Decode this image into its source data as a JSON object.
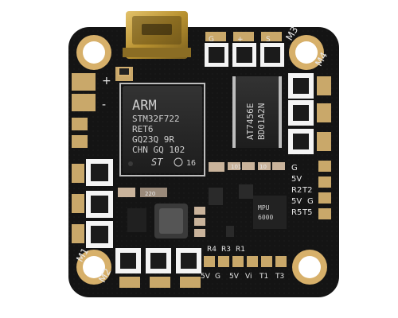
{
  "mcu": {
    "brand": "ARM",
    "lines": [
      "STM32F722",
      "RET6",
      "GQ23Q 9R",
      "CHN GQ 102"
    ],
    "logo": "ST",
    "icon": "e3-mark-icon",
    "code": "16"
  },
  "osd_chip": {
    "lines": [
      "AT7456E",
      "BD01A2N"
    ]
  },
  "gyro_chip": {
    "lines": [
      "MPU",
      "6000"
    ]
  },
  "silkscreen": {
    "motor1": "M1",
    "motor2": "M2",
    "motor3": "M3",
    "motor4": "M4",
    "plus": "+",
    "minus": "-",
    "right_pads": [
      "G",
      "5V",
      "T2",
      "R2",
      "G",
      "5V",
      "T5",
      "R5"
    ],
    "bottom_pads": [
      "R4",
      "R3",
      "R1",
      "T3",
      "T1",
      "Vi",
      "5V",
      "G",
      "5V"
    ],
    "top_pads": [
      "G",
      "+",
      "S"
    ],
    "caps": [
      "220",
      "101",
      "10"
    ]
  },
  "colors": {
    "board": "#141414",
    "pad_gold": "#c9a86a",
    "pad_white": "#f4f4f4",
    "usb_metal": "#b8912f",
    "chip": "#262626"
  }
}
